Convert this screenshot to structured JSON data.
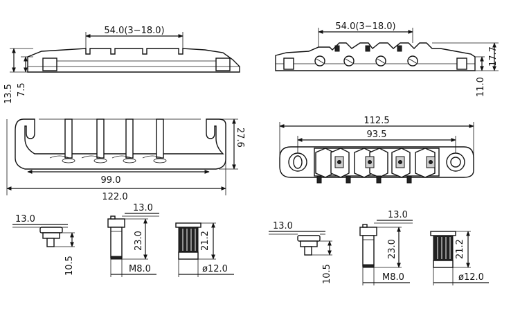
{
  "dimensions": {
    "top_left_span": "54.0(3−18.0)",
    "top_right_span": "54.0(3−18.0)",
    "side_height_total": "13.5",
    "side_height_base": "7.5",
    "side_height_right_total": "17.7",
    "side_height_right_base": "11.0",
    "bridge_depth": "27.6",
    "inner_span_left": "99.0",
    "overall_length_left": "122.0",
    "overall_length_right": "112.5",
    "post_spacing_right": "93.5",
    "saddle_width_a": "13.0",
    "saddle_height_a": "10.5",
    "screw_width_a": "13.0",
    "screw_height_a": "23.0",
    "screw_thread_a": "M8.0",
    "bushing_height_a": "21.2",
    "bushing_dia_a": "ø12.0",
    "saddle_width_b": "13.0",
    "saddle_height_b": "10.5",
    "screw_width_b": "13.0",
    "screw_height_b": "23.0",
    "screw_thread_b": "M8.0",
    "bushing_height_b": "21.2",
    "bushing_dia_b": "ø12.0"
  }
}
